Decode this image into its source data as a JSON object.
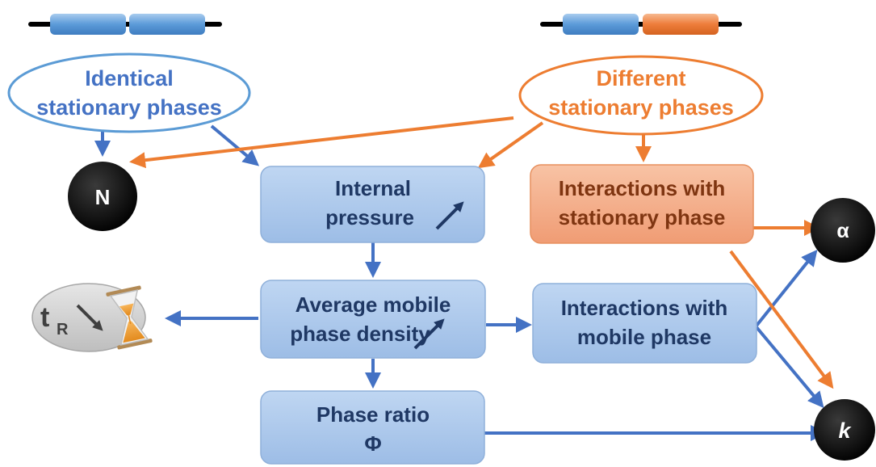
{
  "colors": {
    "blue_text": "#4472C4",
    "orange_text": "#ED7D31",
    "blue_box_fill": "#A9C7EA",
    "orange_box_fill": "#F4AE8C",
    "arrow_blue": "#4472C4",
    "arrow_orange": "#ED7D31",
    "node_black": "#0a0a0a"
  },
  "ellipses": {
    "identical": {
      "line1": "Identical",
      "line2": "stationary phases"
    },
    "different": {
      "line1": "Different",
      "line2": "stationary phases"
    }
  },
  "boxes": {
    "internal_pressure": {
      "line1": "Internal",
      "line2": "pressure"
    },
    "interactions_stationary": {
      "line1": "Interactions with",
      "line2": "stationary phase"
    },
    "average_density": {
      "line1": "Average mobile",
      "line2": "phase density"
    },
    "interactions_mobile": {
      "line1": "Interactions with",
      "line2": "mobile phase"
    },
    "phase_ratio": {
      "line1": "Phase ratio",
      "line2": "Φ"
    }
  },
  "nodes": {
    "n": "N",
    "alpha": "α",
    "k": "k"
  },
  "retention": {
    "symbol": "t",
    "subscript": "R"
  },
  "icons": {
    "column_identical": "column-pair-blue-blue-icon",
    "column_different": "column-pair-blue-orange-icon",
    "hourglass": "hourglass-icon",
    "increase": "arrow-up-right-icon",
    "decrease": "arrow-down-right-icon"
  }
}
